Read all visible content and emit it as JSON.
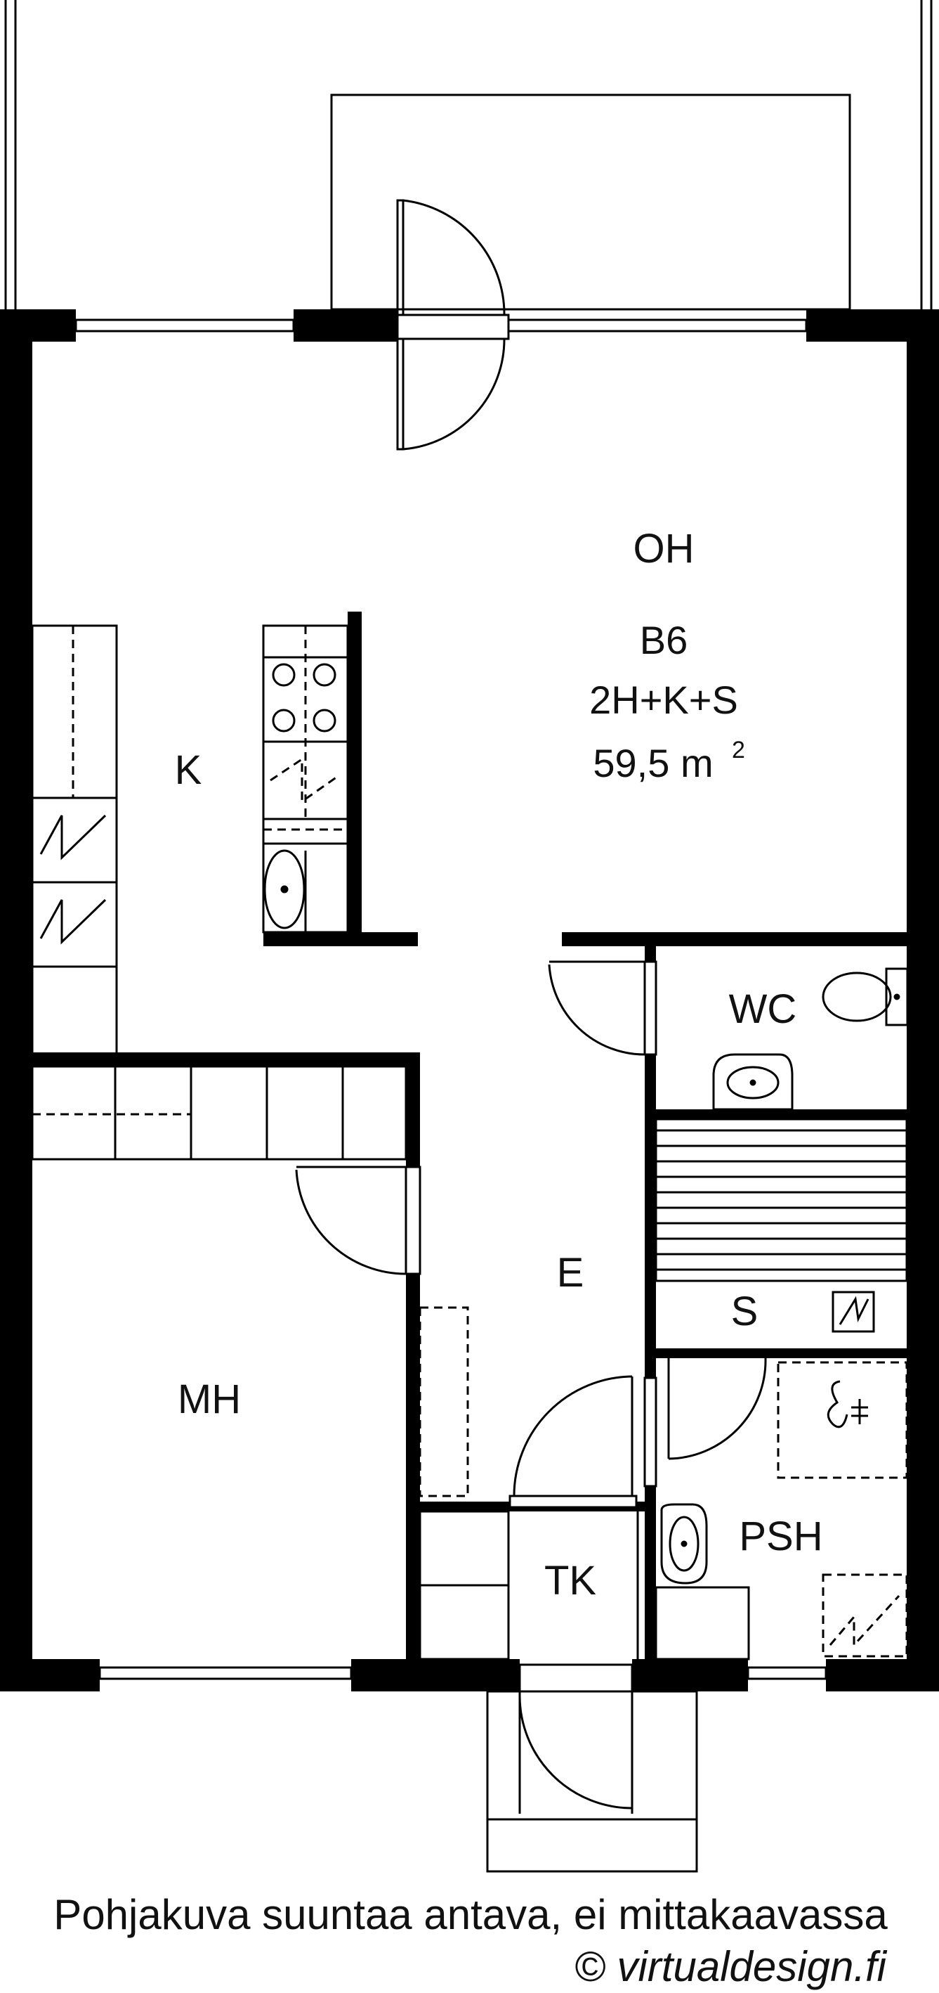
{
  "plan": {
    "apartment_code": "B6",
    "layout_type": "2H+K+S",
    "area_value": "59,5 m",
    "area_exponent": "2"
  },
  "rooms": {
    "living_room": "OH",
    "kitchen": "K",
    "toilet": "WC",
    "entrance": "E",
    "bedroom": "MH",
    "sauna": "S",
    "washroom": "PSH",
    "storage": "TK"
  },
  "footer": {
    "disclaimer": "Pohjakuva suuntaa antava, ei mittakaavassa",
    "copyright": "© virtualdesign.fi"
  },
  "icons": [
    "stove-icon",
    "sink-icon",
    "dishwasher-icon",
    "toilet-icon",
    "washbasin-icon",
    "sauna-stove-icon",
    "shower-icon",
    "heater-icon",
    "door-swing-icon",
    "window-icon"
  ]
}
